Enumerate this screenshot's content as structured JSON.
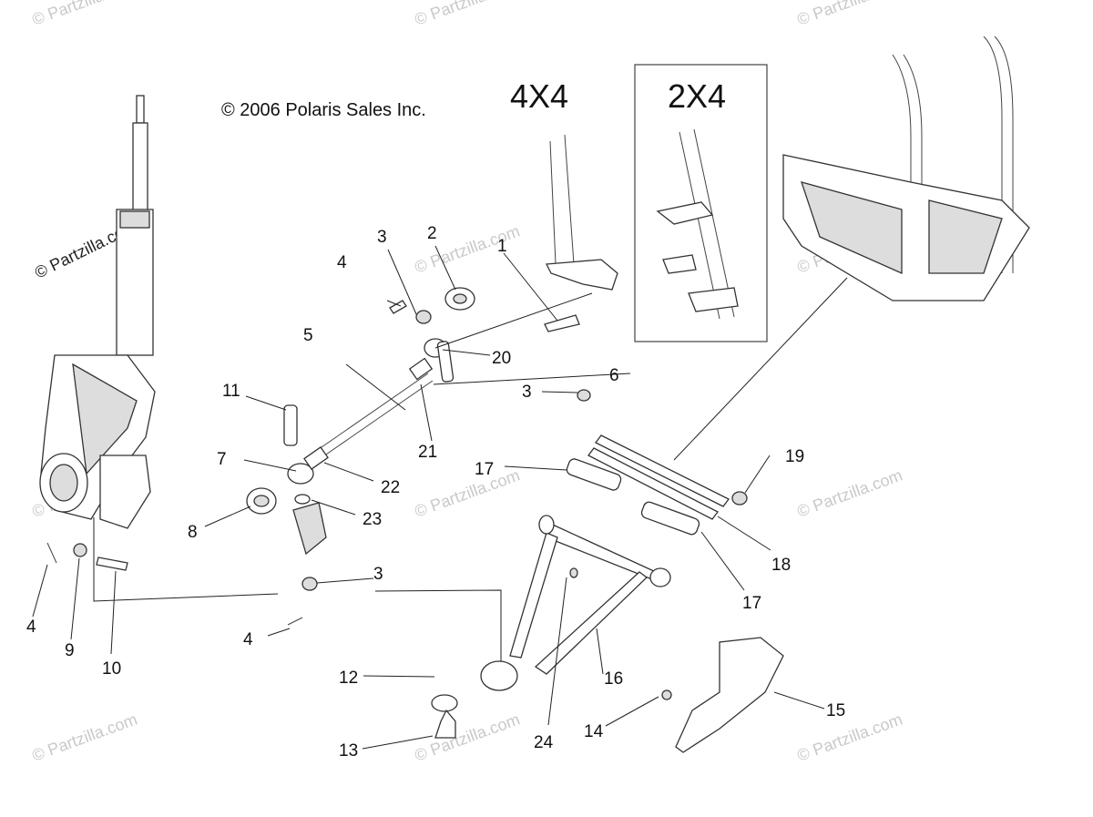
{
  "copyright": "© 2006 Polaris Sales Inc.",
  "variants": {
    "four_wd": "4X4",
    "two_wd": "2X4"
  },
  "watermark": {
    "text": "© Partzilla.com",
    "prominent_text": "© Partzilla.com"
  },
  "callouts": [
    "1",
    "2",
    "3",
    "3",
    "3",
    "4",
    "4",
    "4",
    "5",
    "6",
    "7",
    "8",
    "9",
    "10",
    "11",
    "12",
    "13",
    "14",
    "15",
    "16",
    "17",
    "17",
    "18",
    "19",
    "20",
    "21",
    "22",
    "23",
    "24"
  ]
}
